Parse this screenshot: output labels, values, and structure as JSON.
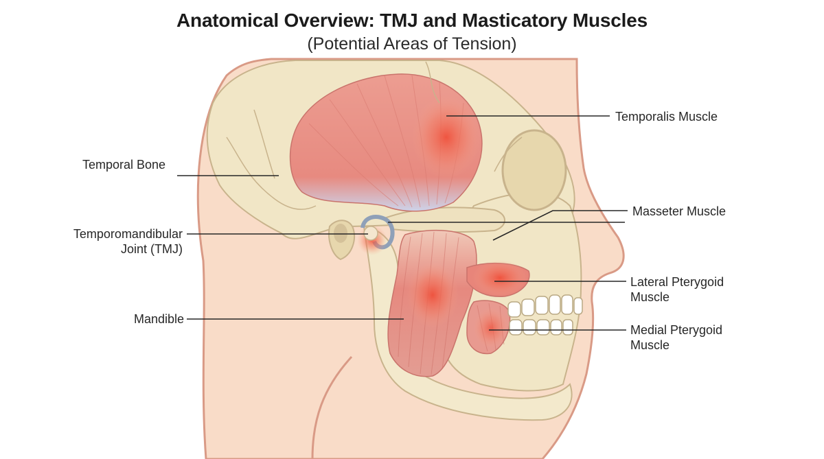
{
  "title": "Anatomical Overview: TMJ and Masticatory Muscles",
  "subtitle": "(Potential Areas of Tension)",
  "labels": {
    "temporalis": [
      "Temporalis Muscle"
    ],
    "temporal_bone": [
      "Temporal Bone"
    ],
    "masseter": [
      "Masseter Muscle"
    ],
    "tmj": [
      "Temporomandibular",
      "Joint (TMJ)"
    ],
    "lateral_pterygoid": [
      "Lateral Pterygoid",
      "Muscle"
    ],
    "mandible": [
      "Mandible"
    ],
    "medial_pterygoid": [
      "Medial Pterygoid",
      "Muscle"
    ]
  },
  "colors": {
    "skin": "#f9dcc8",
    "skin_outline": "#d99a86",
    "bone": "#f1e6c6",
    "muscle": "#e9938a",
    "tension": "#f04a34",
    "leader_line": "#262626"
  }
}
